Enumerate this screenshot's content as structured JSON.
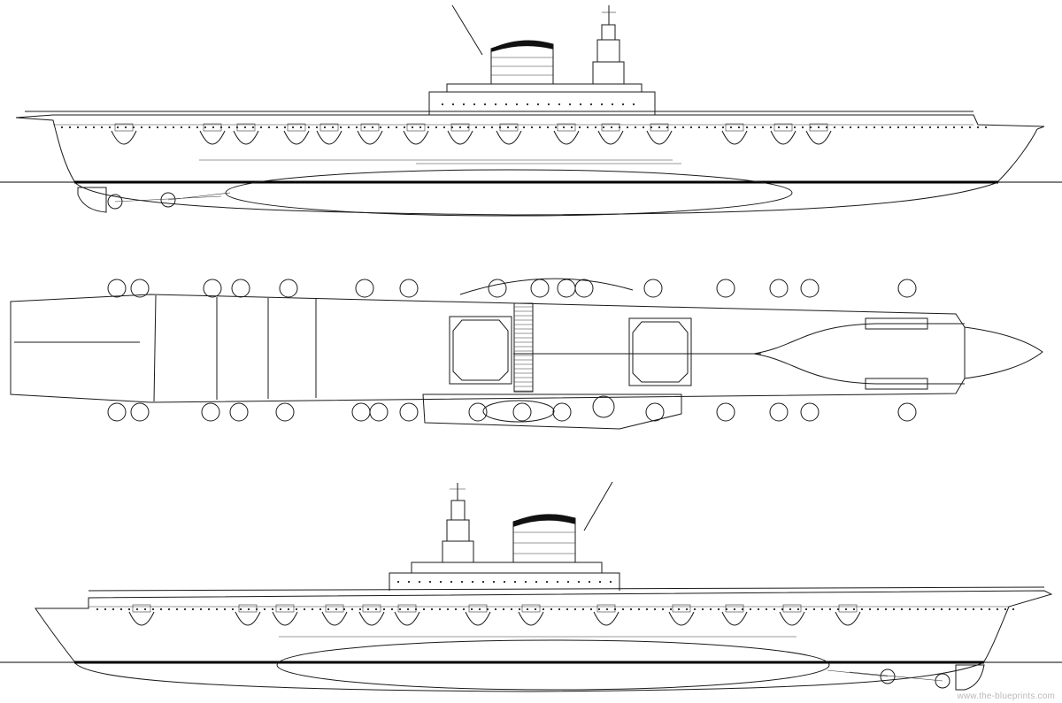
{
  "views": [
    {
      "id": "starboard-profile"
    },
    {
      "id": "plan"
    },
    {
      "id": "port-profile"
    }
  ],
  "watermark": "www.the-blueprints.com",
  "colors": {
    "line": "#1a1a1a",
    "background": "#ffffff",
    "watermark": "#b9b9b9"
  }
}
